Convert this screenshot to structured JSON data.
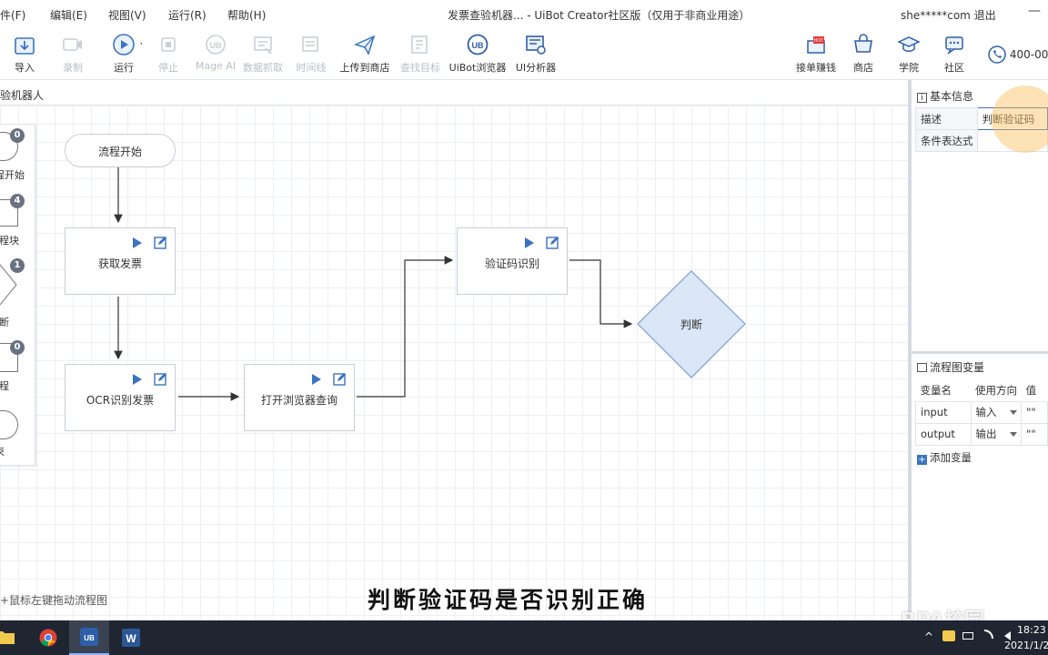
{
  "menubar": {
    "items": [
      "件(F)",
      "编辑(E)",
      "视图(V)",
      "运行(R)",
      "帮助(H)"
    ],
    "title": "发票查验机器... - UiBot Creator社区版（仅用于非商业用途）",
    "user": "she*****com",
    "logout": "退出",
    "minimize": "—"
  },
  "toolbar": {
    "import": "导入",
    "record": "录制",
    "run": "运行",
    "stop": "停止",
    "mage_ai": "Mage AI",
    "data_scrape": "数据抓取",
    "timeline": "时间线",
    "upload_store": "上传到商店",
    "find_target": "查找目标",
    "uibot_browser": "UiBot浏览器",
    "ui_analyzer": "UI分析器",
    "earn": "接单赚钱",
    "store": "商店",
    "academy": "学院",
    "community": "社区",
    "phone": "400-00"
  },
  "tab": {
    "label": "验机器人"
  },
  "palette": [
    {
      "label": "程开始",
      "badge": "0"
    },
    {
      "label": "流程块",
      "badge": "4"
    },
    {
      "label": "断",
      "badge": "1"
    },
    {
      "label": "流程",
      "badge": "0"
    },
    {
      "label": "束",
      "badge": ""
    }
  ],
  "flow": {
    "start": "流程开始",
    "get_invoice": "获取发票",
    "ocr_invoice": "OCR识别发票",
    "open_browser": "打开浏览器查询",
    "captcha": "验证码识别",
    "judge": "判断"
  },
  "props": {
    "title": "基本信息",
    "rows": [
      {
        "key": "描述",
        "value": "判断验证码"
      },
      {
        "key": "条件表达式",
        "value": ""
      }
    ]
  },
  "vars": {
    "title": "流程图变量",
    "headers": [
      "变量名",
      "使用方向",
      "值"
    ],
    "rows": [
      {
        "name": "input",
        "direction": "输入",
        "value": "\"\""
      },
      {
        "name": "output",
        "direction": "输出",
        "value": "\"\""
      }
    ],
    "add": "添加变量"
  },
  "hint": "+鼠标左键拖动流程图",
  "subtitle": "判断验证码是否识别正确",
  "watermark": "RPA校园",
  "clock": {
    "time": "18:23",
    "date": "2021/1/2"
  }
}
